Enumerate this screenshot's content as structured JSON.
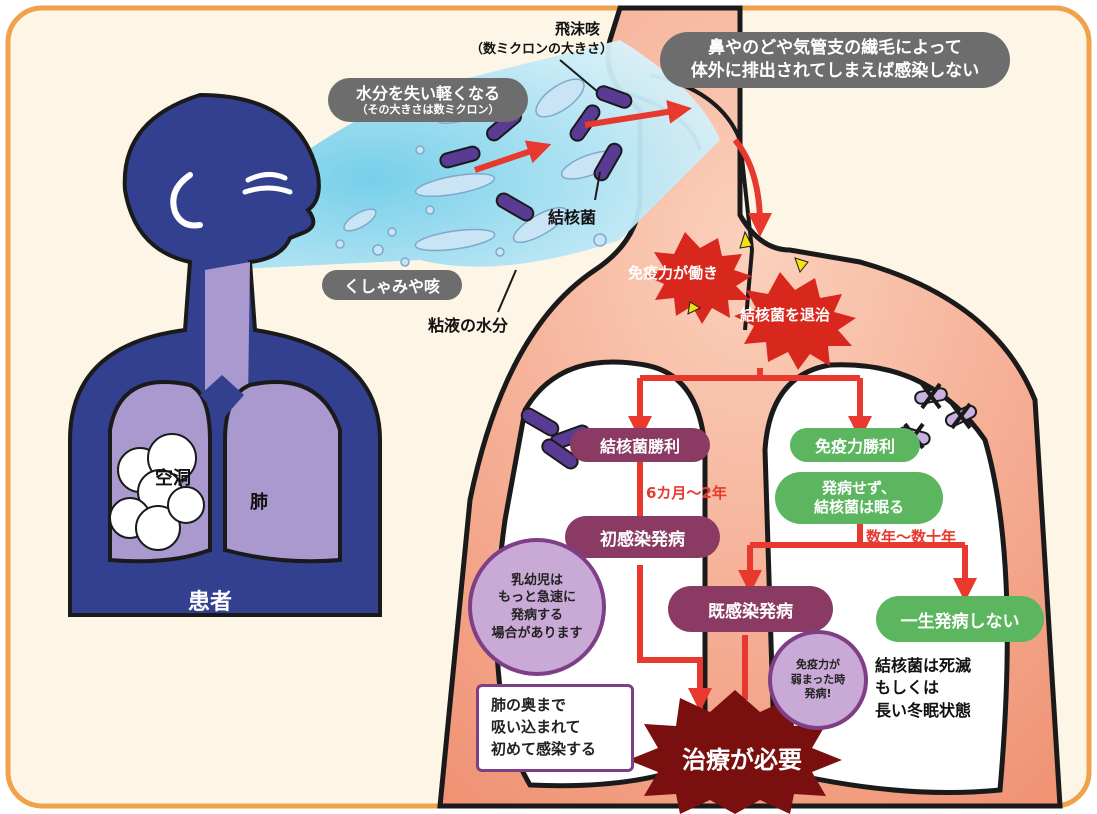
{
  "patient_label": "患者",
  "cavity_label": "空洞",
  "lung_label": "肺",
  "droplet_label": {
    "line1": "飛沫咳",
    "line2": "（数ミクロンの大きさ）"
  },
  "moisture_label": {
    "line1": "水分を失い軽くなる",
    "line2": "（その大きさは数ミクロン）"
  },
  "cilia_note": {
    "line1": "鼻やのどや気管支の繊毛によって",
    "line2": "体外に排出されてしまえば感染しない"
  },
  "bacteria_label": "結核菌",
  "sneeze_label": "くしゃみや咳",
  "mucus_label": "粘液の水分",
  "immune_action": "免疫力が働き",
  "bacteria_defeated": "結核菌を退治",
  "bacteria_win": "結核菌勝利",
  "immune_win": "免疫力勝利",
  "period_short": "6カ月〜2年",
  "dormant": {
    "line1": "発病せず、",
    "line2": "結核菌は眠る"
  },
  "period_long": "数年〜数十年",
  "primary_onset": "初感染発病",
  "infant_note": {
    "line1": "乳幼児は",
    "line2": "もっと急速に",
    "line3": "発病する",
    "line4": "場合があります"
  },
  "reactivation": "既感染発病",
  "weak_immune_note": {
    "line1": "免疫力が",
    "line2": "弱まった時",
    "line3": "発病!"
  },
  "never_onset": "一生発病しない",
  "fate_note": {
    "line1": "結核菌は死滅",
    "line2": "もしくは",
    "line3": "長い冬眠状態"
  },
  "deep_note": {
    "line1": "肺の奥まで",
    "line2": "吸い込まれて",
    "line3": "初めて感染する"
  },
  "treatment": "治療が必要",
  "colors": {
    "frame": "#f0a24a",
    "background": "#fdf6e6",
    "patient_body": "#33408f",
    "lung_purple": "#a999cf",
    "mist_blue": "#aee2f3",
    "receiver_body": "#f3a486",
    "arrow_red": "#e8392f",
    "bacteria_purple": "#5a3b93",
    "burst_red": "#d8281e",
    "dark_red": "#7a0f0f",
    "green": "#5cb55f",
    "plum": "#8b3a64"
  }
}
